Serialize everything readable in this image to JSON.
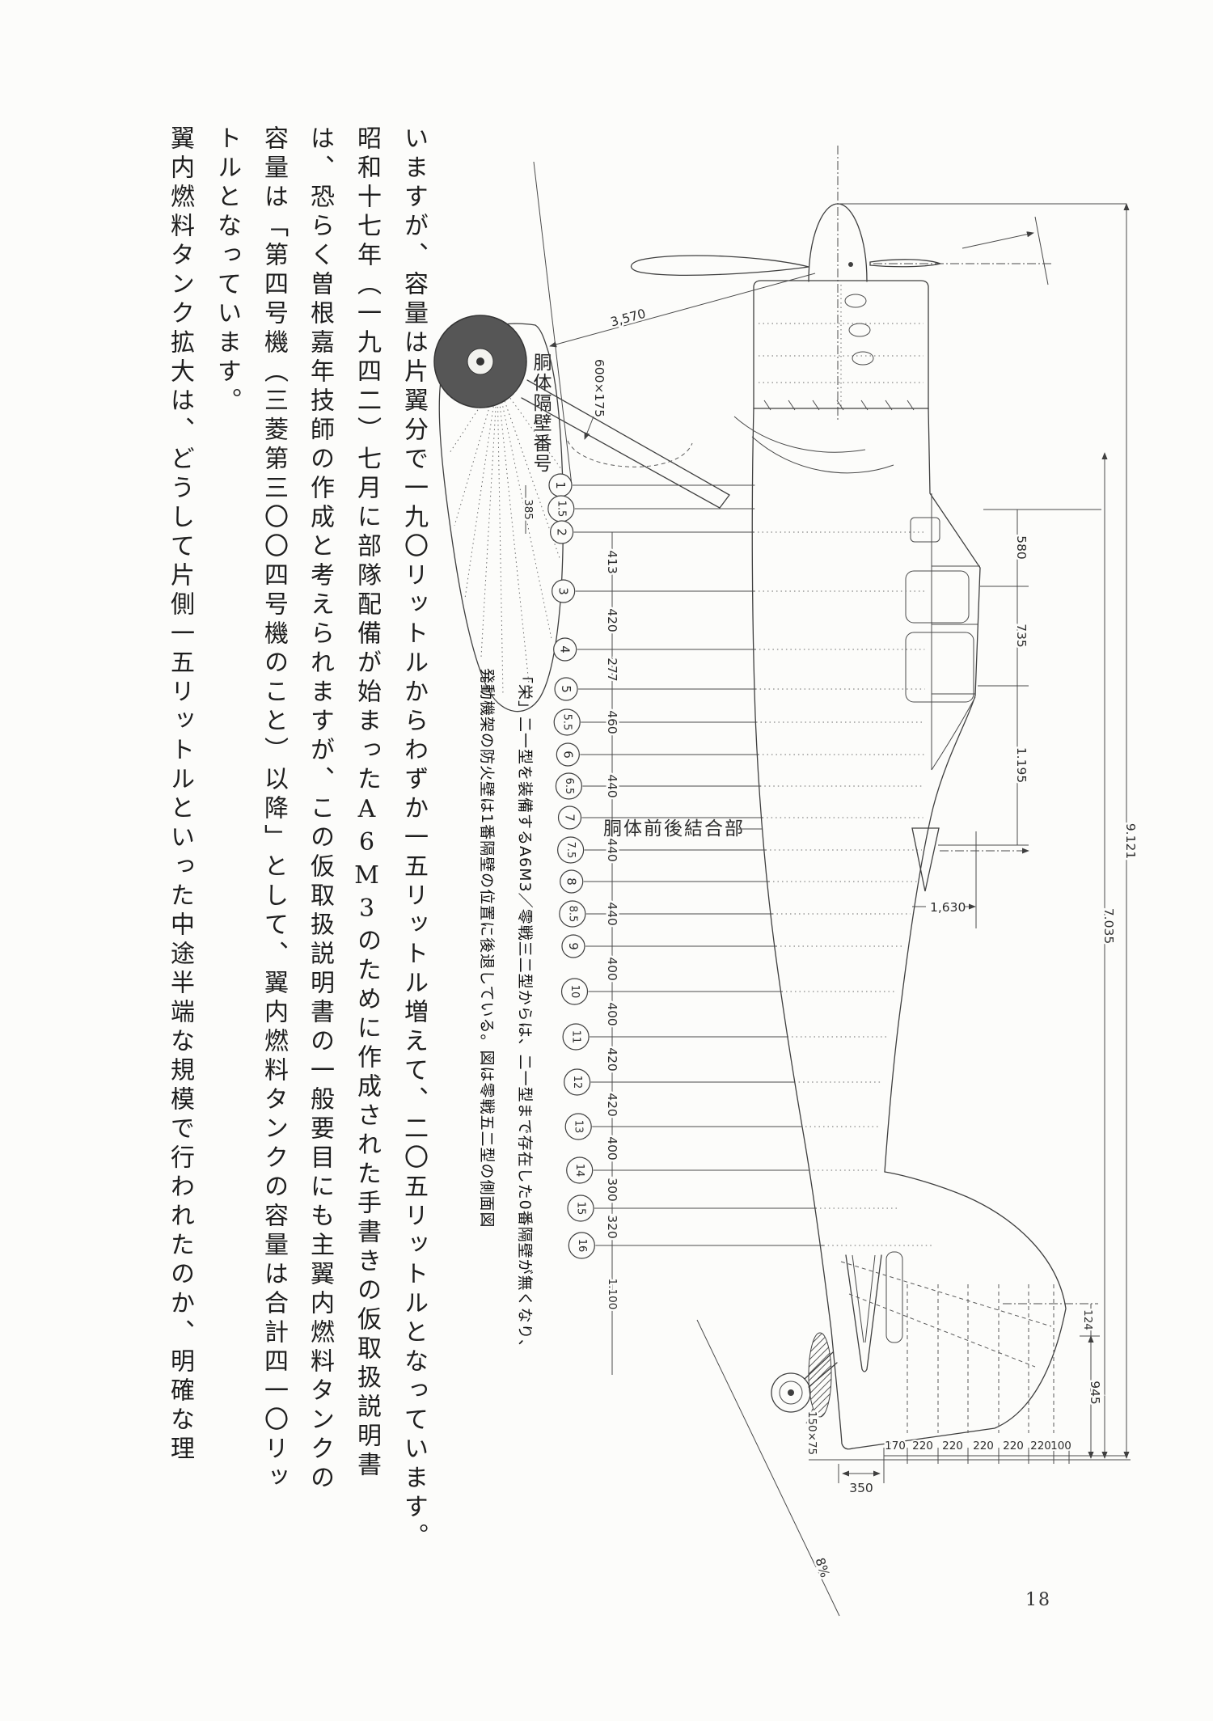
{
  "page": {
    "number": "18"
  },
  "body": {
    "columns": [
      "いますが、容量は片翼分で一九〇リットルからわずか一五リットル増えて、二〇五リットルとなっています。",
      "昭和十七年（一九四二）七月に部隊配備が始まったA6M3のために作成された手書きの仮取扱説明書",
      "は、恐らく曽根嘉年技師の作成と考えられますが、この仮取扱説明書の一般要目にも主翼内燃料タンクの",
      "容量は「第四号機（三菱第三〇〇四号機のこと）以降」として、翼内燃料タンクの容量は合計四一〇リッ",
      "トルとなっています。",
      "翼内燃料タンク拡大は、どうして片側一五リットルといった中途半端な規模で行われたのか、明確な理"
    ]
  },
  "figure": {
    "caption": [
      "「栄」二一型を装備するA6M3／零戦三二型からは、二一型まで存在した0番隔壁が無くなり、",
      "発動機架の防火壁は1番隔壁の位置に後退している。図は零戦五二型の側面図"
    ],
    "labels": {
      "bulkhead_title": "胴体隔壁番号",
      "joint": "胴体前後結合部",
      "prop": "3,570",
      "intake": "600×175",
      "dim385": "385",
      "overall": "9.121",
      "length": "7.035",
      "canopy": [
        "580",
        "735",
        "1.195"
      ],
      "mast": "1,630",
      "tail945": "945",
      "tail124": "124",
      "tailwheel": "150×75",
      "tail350": "350",
      "angle": "8%",
      "tail1100": "1.100"
    },
    "stations": [
      "1",
      "1.5",
      "2",
      "3",
      "4",
      "5",
      "5.5",
      "6",
      "6.5",
      "7",
      "7.5",
      "8",
      "8.5",
      "9",
      "10",
      "11",
      "12",
      "13",
      "14",
      "15",
      "16"
    ],
    "frame_dims": [
      "413",
      "420",
      "277",
      "460",
      "440",
      "440",
      "440",
      "400",
      "400",
      "420",
      "420",
      "400",
      "300",
      "320"
    ],
    "fin_ribs": [
      "170",
      "220",
      "220",
      "220",
      "220",
      "220",
      "100"
    ]
  }
}
